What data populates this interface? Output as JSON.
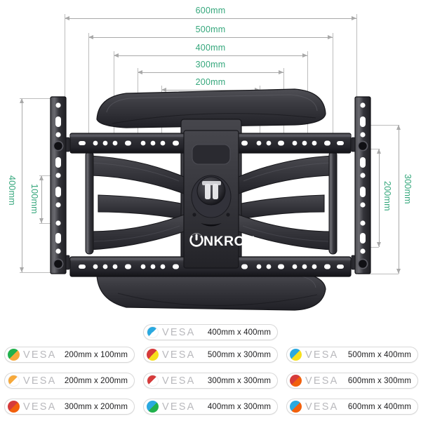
{
  "diagram": {
    "title": "ONKRON TV wall mount dimension diagram",
    "brand": "NKRON",
    "brand_full": "ONKRON",
    "accent_color": "#35a77c",
    "dimension_line_color": "#a9a9a9",
    "horizontal_dimensions": [
      {
        "label": "600mm",
        "value": 600,
        "unit": "mm"
      },
      {
        "label": "500mm",
        "value": 500,
        "unit": "mm"
      },
      {
        "label": "400mm",
        "value": 400,
        "unit": "mm"
      },
      {
        "label": "300mm",
        "value": 300,
        "unit": "mm"
      },
      {
        "label": "200mm",
        "value": 200,
        "unit": "mm"
      }
    ],
    "vertical_dimensions_left": [
      {
        "label": "400mm",
        "value": 400,
        "unit": "mm"
      },
      {
        "label": "100mm",
        "value": 100,
        "unit": "mm"
      }
    ],
    "vertical_dimensions_right": [
      {
        "label": "300mm",
        "value": 300,
        "unit": "mm"
      },
      {
        "label": "200mm",
        "value": 200,
        "unit": "mm"
      }
    ]
  },
  "vesa": {
    "label": "VESA",
    "columns": [
      {
        "name": "left",
        "badges": [
          {
            "label": "VESA",
            "size": "200mm x 100mm",
            "logo_top": "#21b14c",
            "logo_bottom": "#f7a93b"
          },
          {
            "label": "VESA",
            "size": "200mm x 200mm",
            "logo_top": "#f7a93b",
            "logo_bottom": "#ffffff"
          },
          {
            "label": "VESA",
            "size": "300mm x 200mm",
            "logo_top": "#d63b3b",
            "logo_bottom": "#f2600c"
          }
        ]
      },
      {
        "name": "middle",
        "badges": [
          {
            "label": "VESA",
            "size": "400mm x 400mm",
            "logo_top": "#2aa9e0",
            "logo_bottom": "#ffffff"
          },
          {
            "label": "VESA",
            "size": "500mm x 300mm",
            "logo_top": "#d63b3b",
            "logo_bottom": "#f7e01c"
          },
          {
            "label": "VESA",
            "size": "300mm x 300mm",
            "logo_top": "#d63b3b",
            "logo_bottom": "#ffffff"
          },
          {
            "label": "VESA",
            "size": "400mm x 300mm",
            "logo_top": "#2aa9e0",
            "logo_bottom": "#21b14c"
          }
        ]
      },
      {
        "name": "right",
        "badges": [
          {
            "label": "VESA",
            "size": "500mm x 400mm",
            "logo_top": "#2aa9e0",
            "logo_bottom": "#f7e01c"
          },
          {
            "label": "VESA",
            "size": "600mm x 300mm",
            "logo_top": "#d63b3b",
            "logo_bottom": "#f2600c"
          },
          {
            "label": "VESA",
            "size": "600mm x 400mm",
            "logo_top": "#2aa9e0",
            "logo_bottom": "#f2600c"
          }
        ]
      }
    ]
  }
}
